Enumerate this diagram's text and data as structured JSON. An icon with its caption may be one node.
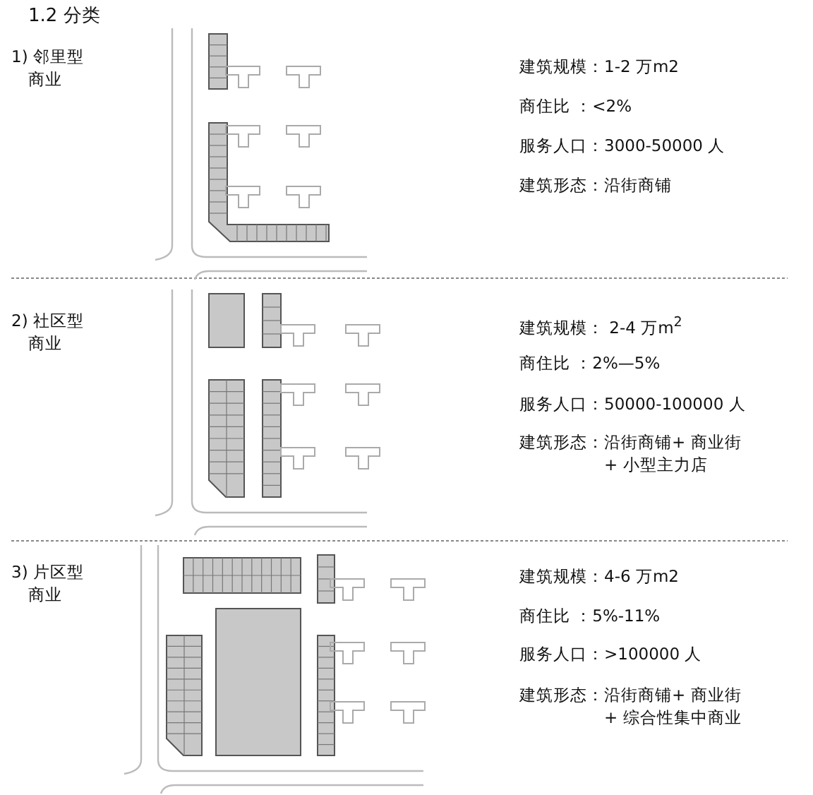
{
  "diagram": {
    "title": "1.2 分类",
    "labels": [
      "1) 邻里型商业",
      "建筑规模：1-2 万m2",
      "商住比 ：<2%",
      "服务人口：3000-50000 人",
      "建筑形态：沿街商铺",
      "2) 社区型商业",
      "建筑规模： 2-4 万m$^{2}$",
      "商住比 ：2%—5%",
      "服务人口：50000-100000 人",
      "建筑形态：沿街商铺+ 商业街 + 小型主力店",
      "3) 片区型商业",
      "建筑规模：4-6 万m2",
      "商住比 ：5%-11%",
      "服务人口：>100000 人",
      "建筑形态：沿街商铺+ 商业街 + 综合性集中商业"
    ]
  }
}
